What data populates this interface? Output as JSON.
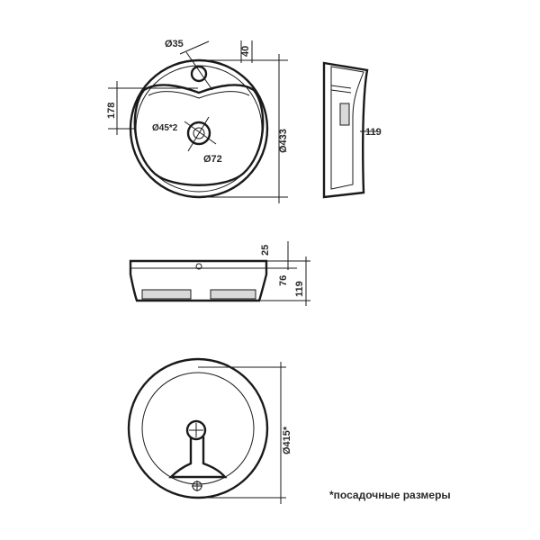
{
  "top_view": {
    "d_overflow": "Ø35",
    "overflow_offset": "40",
    "bowl_depth_pos": "178",
    "d_drain_hole": "Ø45*2",
    "d_drain": "Ø72",
    "d_outer": "Ø433"
  },
  "side_view": {
    "height": "119"
  },
  "front_view": {
    "rim": "25",
    "depth": "76",
    "height": "119"
  },
  "bottom_view": {
    "d_cutout": "Ø415*"
  },
  "note": "*посадочные размеры"
}
